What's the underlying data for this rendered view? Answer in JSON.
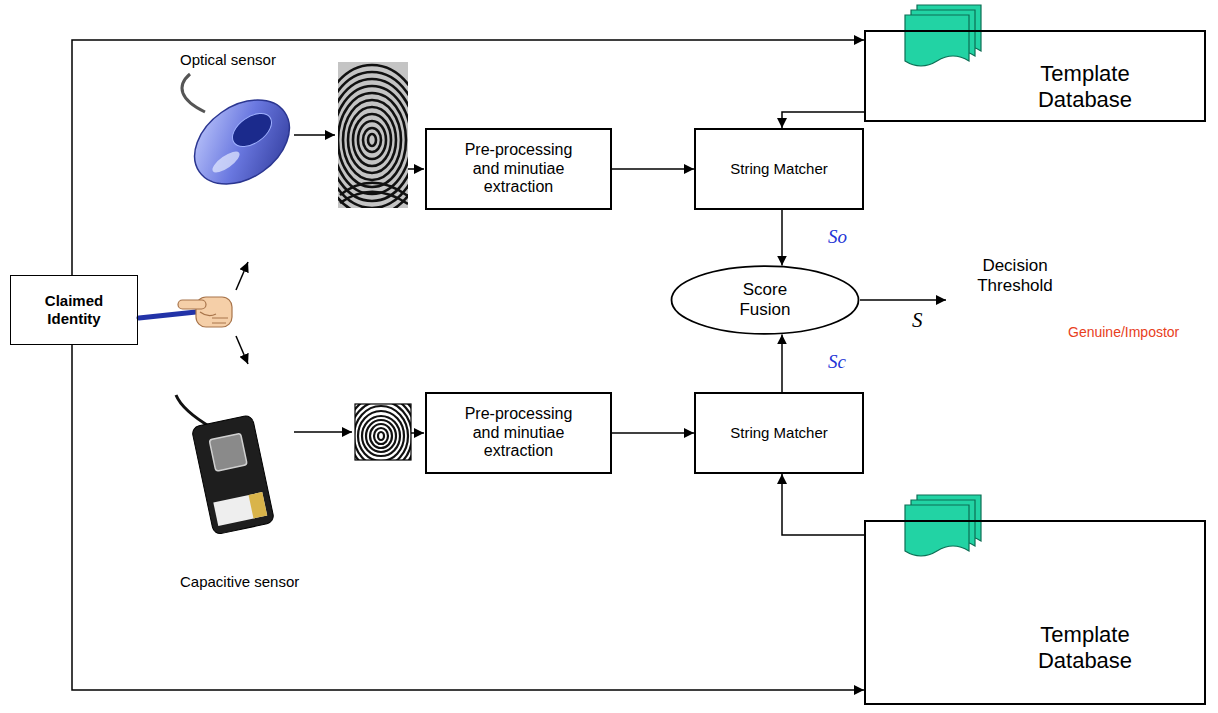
{
  "diagram": {
    "nodes": [
      {
        "text": [
          "Claimed Identity"
        ]
      },
      {
        "text": [
          "Pre-processing and minutiae extraction"
        ]
      },
      {
        "text": [
          "String Matcher"
        ]
      },
      {
        "text": [
          "Template Database"
        ]
      },
      {
        "text": [
          "Score Fusion"
        ]
      },
      {
        "text": [
          "Pre-processing and minutiae extraction"
        ]
      },
      {
        "text": [
          "String Matcher"
        ]
      },
      {
        "text": [
          "Template Database"
        ]
      }
    ],
    "edges": [
      {
        "from": 0,
        "to": 3,
        "arrow": "to"
      },
      {
        "from": 0,
        "to": 7,
        "arrow": "to"
      },
      {
        "from": 1,
        "to": 2,
        "arrow": "to"
      },
      {
        "from": 3,
        "to": 2,
        "arrow": "to"
      },
      {
        "from": 2,
        "to": 4,
        "label": "So",
        "arrow": "to"
      },
      {
        "from": 5,
        "to": 6,
        "arrow": "to"
      },
      {
        "from": 7,
        "to": 6,
        "arrow": "to"
      },
      {
        "from": 6,
        "to": 4,
        "label": "Sc",
        "arrow": "to"
      }
    ],
    "labels": [
      "Optical sensor",
      "Capacitive sensor",
      "S",
      "Decision Threshold",
      "Genuine/Impostor"
    ]
  }
}
